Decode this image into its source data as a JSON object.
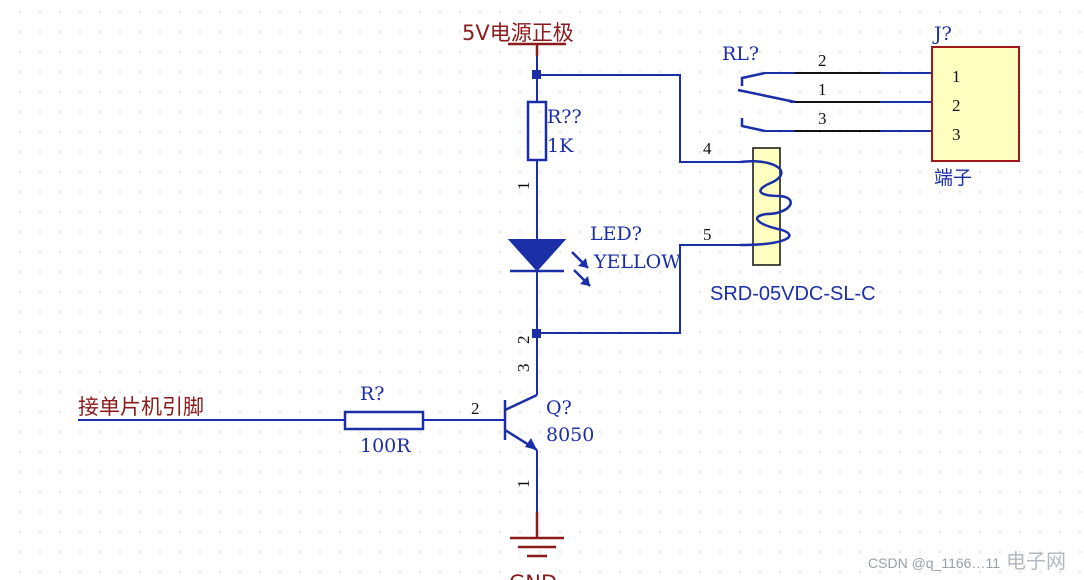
{
  "labels": {
    "power": "5V电源正极",
    "mcu_pin": "接单片机引脚",
    "gnd": "GND"
  },
  "components": {
    "r_top": {
      "ref": "R??",
      "value": "1K",
      "pin1": "1"
    },
    "led": {
      "ref": "LED?",
      "value": "YELLOW",
      "pin2": "2"
    },
    "r_base": {
      "ref": "R?",
      "value": "100R"
    },
    "transistor": {
      "ref": "Q?",
      "value": "8050",
      "pin_base": "2",
      "pin_collector": "3",
      "pin_emitter": "1"
    },
    "relay": {
      "ref": "RL?",
      "part": "SRD-05VDC-SL-C",
      "coil_pin_a": "4",
      "coil_pin_b": "5",
      "contact_no": "2",
      "contact_com": "1",
      "contact_nc": "3"
    },
    "connector": {
      "ref": "J?",
      "name": "端子",
      "pins": [
        "1",
        "2",
        "3"
      ]
    }
  },
  "colors": {
    "wire": "#1a2ea8",
    "pin": "#8b1a1a",
    "connector_fill": "#ffffc0",
    "connector_border": "#a01818"
  },
  "watermark": {
    "site": "CSDN @q_1166…11",
    "brand": "电子网"
  }
}
